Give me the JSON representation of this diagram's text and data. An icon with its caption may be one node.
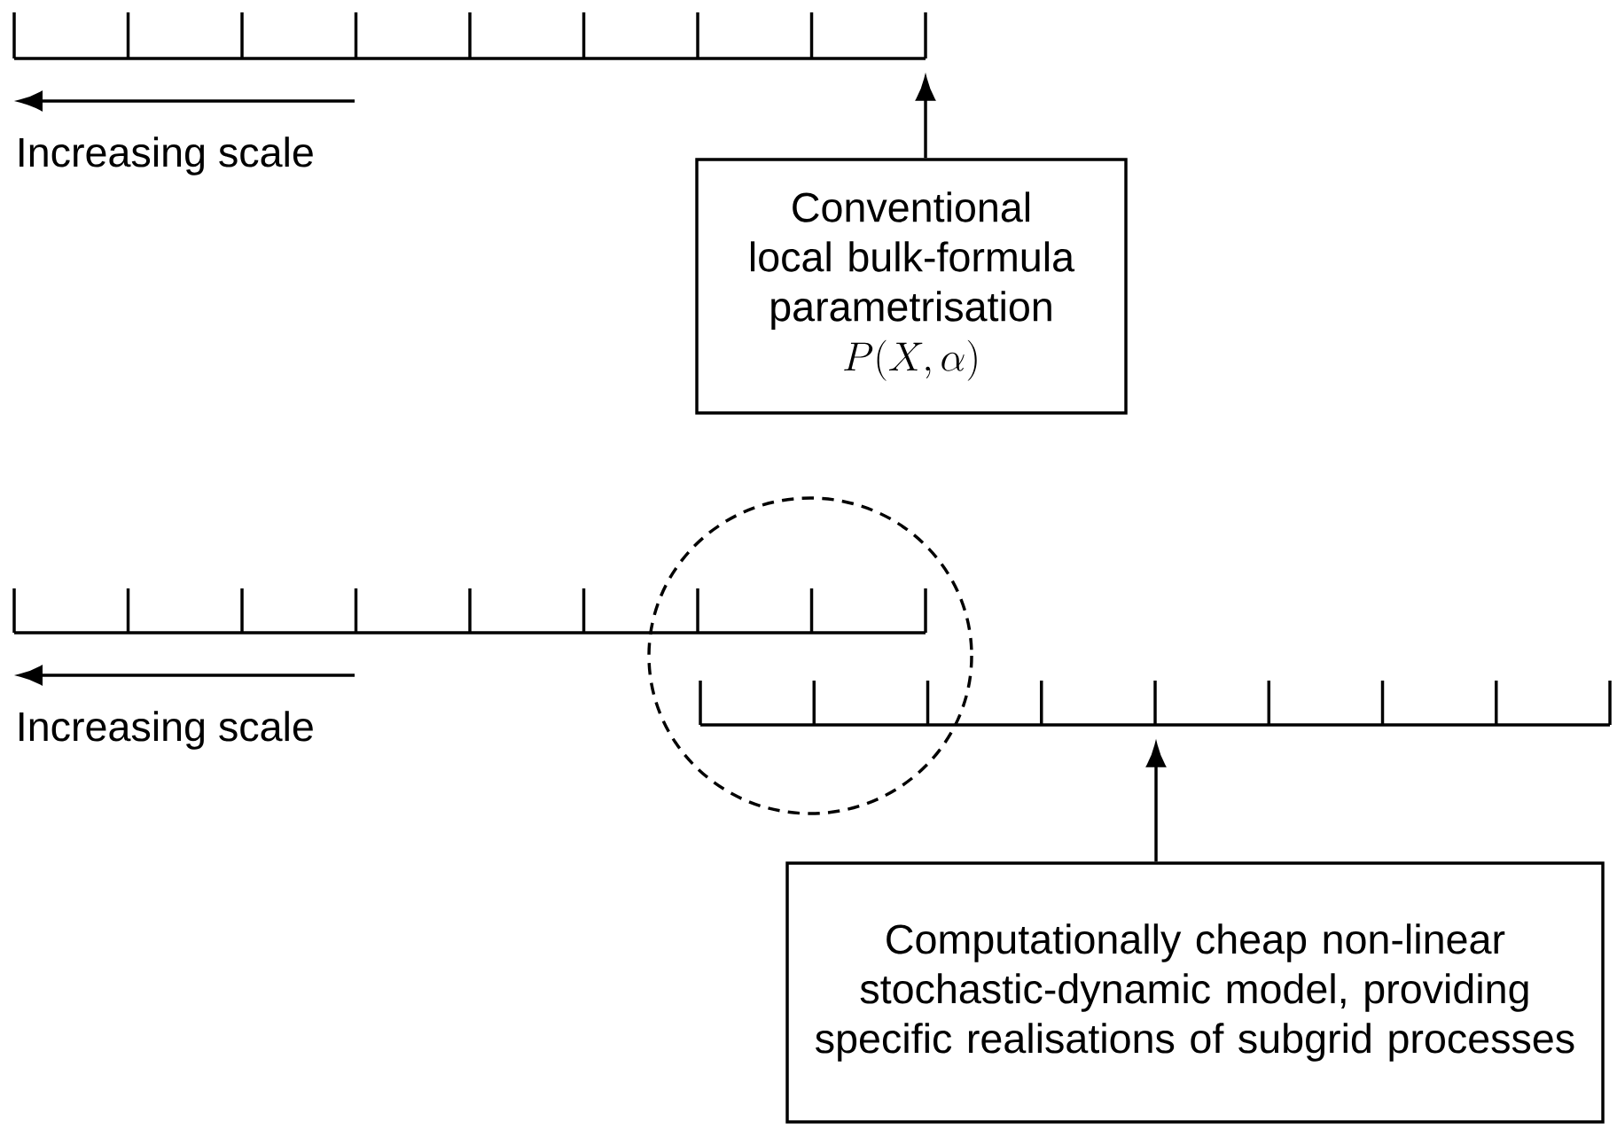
{
  "diagram": {
    "nodes": [
      {
        "text": [],
        "shape": "bar"
      },
      {
        "text": [
          "Conventional local bulk-formula parametrisation",
          "P(X, \\alpha)"
        ]
      },
      {
        "text": [],
        "shape": "bar"
      },
      {
        "text": [],
        "shape": "bar"
      },
      {
        "text": [
          "Computationally cheap non-linear stochastic-dynamic model, providing specific realisations of subgrid processes"
        ]
      },
      {
        "text": [],
        "shape": "circle"
      }
    ],
    "edges": [
      {
        "from": 1,
        "to": 0,
        "arrow": "to"
      },
      {
        "from": 4,
        "to": 3,
        "arrow": "to"
      }
    ],
    "labels": [
      "Increasing scale",
      "Increasing scale"
    ]
  }
}
